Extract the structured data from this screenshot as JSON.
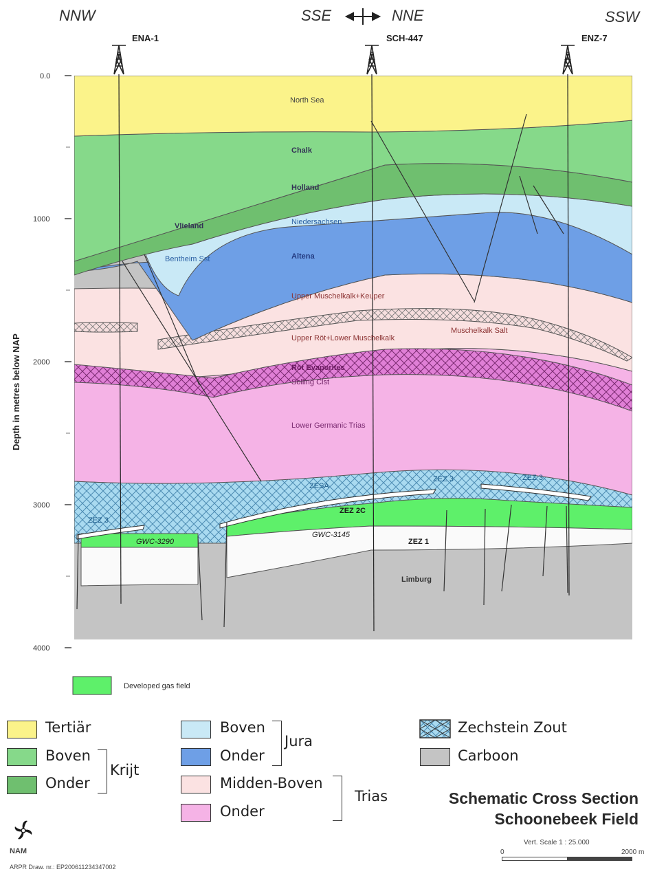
{
  "directions": {
    "left": "NNW",
    "center_left": "SSE",
    "center_right": "NNE",
    "right": "SSW"
  },
  "wells": [
    {
      "name": "ENA-1"
    },
    {
      "name": "SCH-447"
    },
    {
      "name": "ENZ-7"
    }
  ],
  "depth_axis": {
    "label": "Depth in metres below NAP",
    "ticks": [
      "0.0",
      "1000",
      "2000",
      "3000",
      "4000"
    ]
  },
  "layers": {
    "north_sea": "North Sea",
    "chalk": "Chalk",
    "holland": "Holland",
    "vlieland": "Vlieland",
    "niedersachsen": "Niedersachsen",
    "bentheim": "Bentheim Sst",
    "altena": "Altena",
    "upper_muschelkalk": "Upper Muschelkalk+Keuper",
    "upper_rot": "Upper Röt+Lower Muschelkalk",
    "muschelkalk_salt": "Muschelkalk Salt",
    "rot_evap": "Röt Evaporites",
    "solling": "Solling Clst",
    "lower_germanic": "Lower Germanic Trias",
    "zesa": "ZESA",
    "zez3_right": "ZEZ 3",
    "zez3_mid": "ZEZ 3",
    "zez3_left": "ZEZ 3",
    "zez2c": "ZEZ 2C",
    "gwc3290": "GWC-3290",
    "gwc3145": "GWC-3145",
    "zez1": "ZEZ 1",
    "limburg": "Limburg"
  },
  "gas_legend": "Developed gas field",
  "legend": {
    "tertiar": "Tertiär",
    "krijt_boven": "Boven",
    "krijt_onder": "Onder",
    "krijt": "Krijt",
    "jura_boven": "Boven",
    "jura_onder": "Onder",
    "jura": "Jura",
    "trias_midden": "Midden-Boven",
    "trias_onder": "Onder",
    "trias": "Trias",
    "zechstein": "Zechstein Zout",
    "carboon": "Carboon"
  },
  "colors": {
    "tertiar": "#fbf38a",
    "krijt_boven": "#86d98a",
    "krijt_onder": "#6fbf6f",
    "jura_boven": "#c9e9f6",
    "jura_onder": "#6e9fe6",
    "trias_midden": "#fbe2e2",
    "trias_onder": "#f5b3e6",
    "zechstein": "#a9daf0",
    "carboon": "#c4c4c4",
    "gas": "#5ef06a",
    "rot_evap": "#e07fd6"
  },
  "title": {
    "line1": "Schematic Cross Section",
    "line2": "Schoonebeek Field"
  },
  "scale": {
    "label": "Vert. Scale 1 : 25.000",
    "start": "0",
    "end": "2000 m"
  },
  "company": "NAM",
  "drawing_number": "ARPR Draw. nr.: EP200611234347002"
}
